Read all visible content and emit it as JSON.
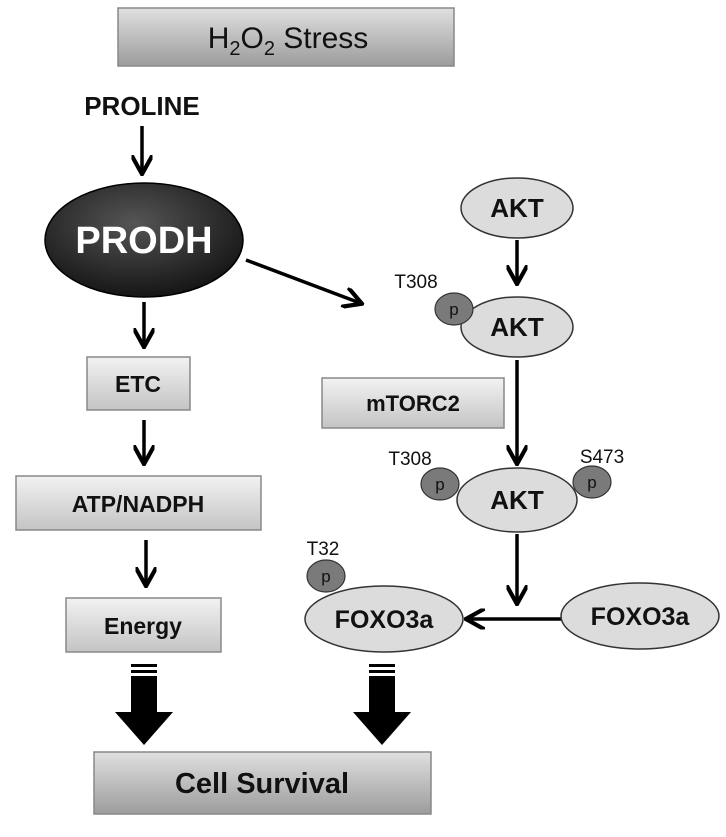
{
  "title": {
    "base": "H",
    "sub1": "2",
    "mid": "O",
    "sub2": "2",
    "rest": " Stress"
  },
  "left_path": {
    "substrate": "PROLINE",
    "enzyme": "PRODH",
    "etc": "ETC",
    "atp": "ATP/NADPH",
    "energy": "Energy"
  },
  "right_path": {
    "akt_top": "AKT",
    "akt_mid": "AKT",
    "akt_mid_site": "T308",
    "mtorc2": "mTORC2",
    "akt_low": "AKT",
    "akt_low_site_left": "T308",
    "akt_low_site_right": "S473",
    "foxo_phos": "FOXO3a",
    "foxo_phos_site": "T32",
    "foxo_free": "FOXO3a",
    "phospho_label": "p"
  },
  "outcome": "Cell Survival",
  "colors": {
    "box_gray": "#d9d9d9",
    "ellipse_gray": "#dcdcdc",
    "prodh_dark": "#1c1c1c",
    "phospho": "#7a7a7a",
    "arrow": "#000000"
  }
}
